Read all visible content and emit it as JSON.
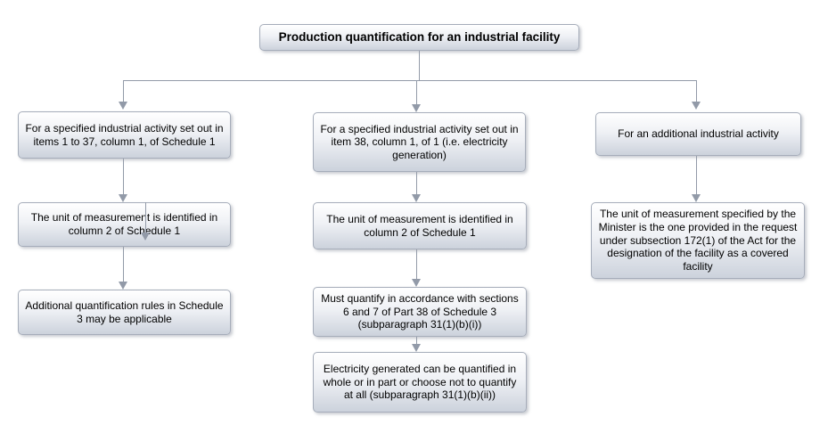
{
  "diagram": {
    "title": "Production quantification for an industrial facility",
    "branches": {
      "left": [
        "For a specified industrial activity set out in items 1 to 37, column 1, of Schedule 1",
        "The unit of measurement is identified in column 2 of Schedule 1",
        "Additional quantification rules in Schedule 3 may be applicable"
      ],
      "middle": [
        "For a specified industrial activity set out in item 38, column 1, of 1 (i.e. electricity generation)",
        "The unit of measurement is identified in column 2 of Schedule 1",
        "Must quantify in accordance with sections 6 and 7 of Part 38 of Schedule 3 (subparagraph 31(1)(b)(i))",
        "Electricity generated can be quantified in whole or in part or choose not to quantify at all (subparagraph 31(1)(b)(ii))"
      ],
      "right": [
        "For an additional industrial activity",
        "The unit of measurement specified by the Minister is the one provided in the request under subsection 172(1) of the Act for the designation of the facility as a covered facility"
      ]
    }
  },
  "colors": {
    "background": "#ffffff",
    "box_border": "#a6adba",
    "box_fill_top": "#ffffff",
    "box_fill_bottom": "#ccd2dc",
    "connector": "#929aa8",
    "text": "#000000"
  }
}
